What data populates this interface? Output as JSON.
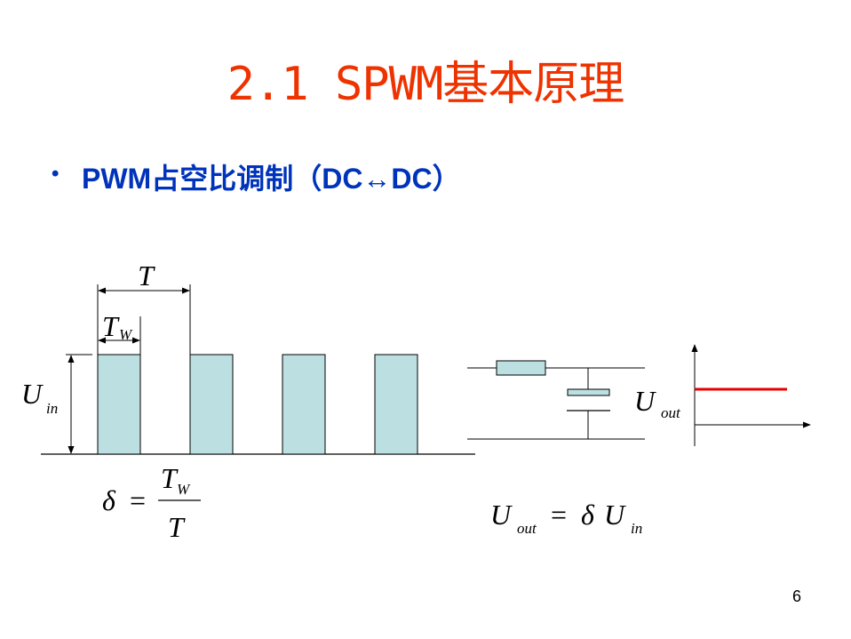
{
  "title": "2.1 SPWM基本原理",
  "bullet": {
    "marker": "•",
    "text": "PWM占空比调制（DC↔DC）"
  },
  "diagram": {
    "period_symbol": "T",
    "width_symbol": "T",
    "width_subscript": "W",
    "input_symbol": "U",
    "input_subscript": "in",
    "output_symbol": "U",
    "output_subscript": "out"
  },
  "formulas": {
    "duty": {
      "lhs": "δ",
      "eq": "=",
      "num": "T",
      "num_sub": "W",
      "den": "T"
    },
    "output": {
      "lhs": "U",
      "lhs_sub": "out",
      "eq": "=",
      "coef": "δ",
      "rhs": "U",
      "rhs_sub": "in"
    }
  },
  "colors": {
    "title": "#ee3300",
    "bullet": "#0033bb",
    "pulse_fill": "#bcdfe2",
    "output_line": "#e60000"
  },
  "page_number": "6"
}
